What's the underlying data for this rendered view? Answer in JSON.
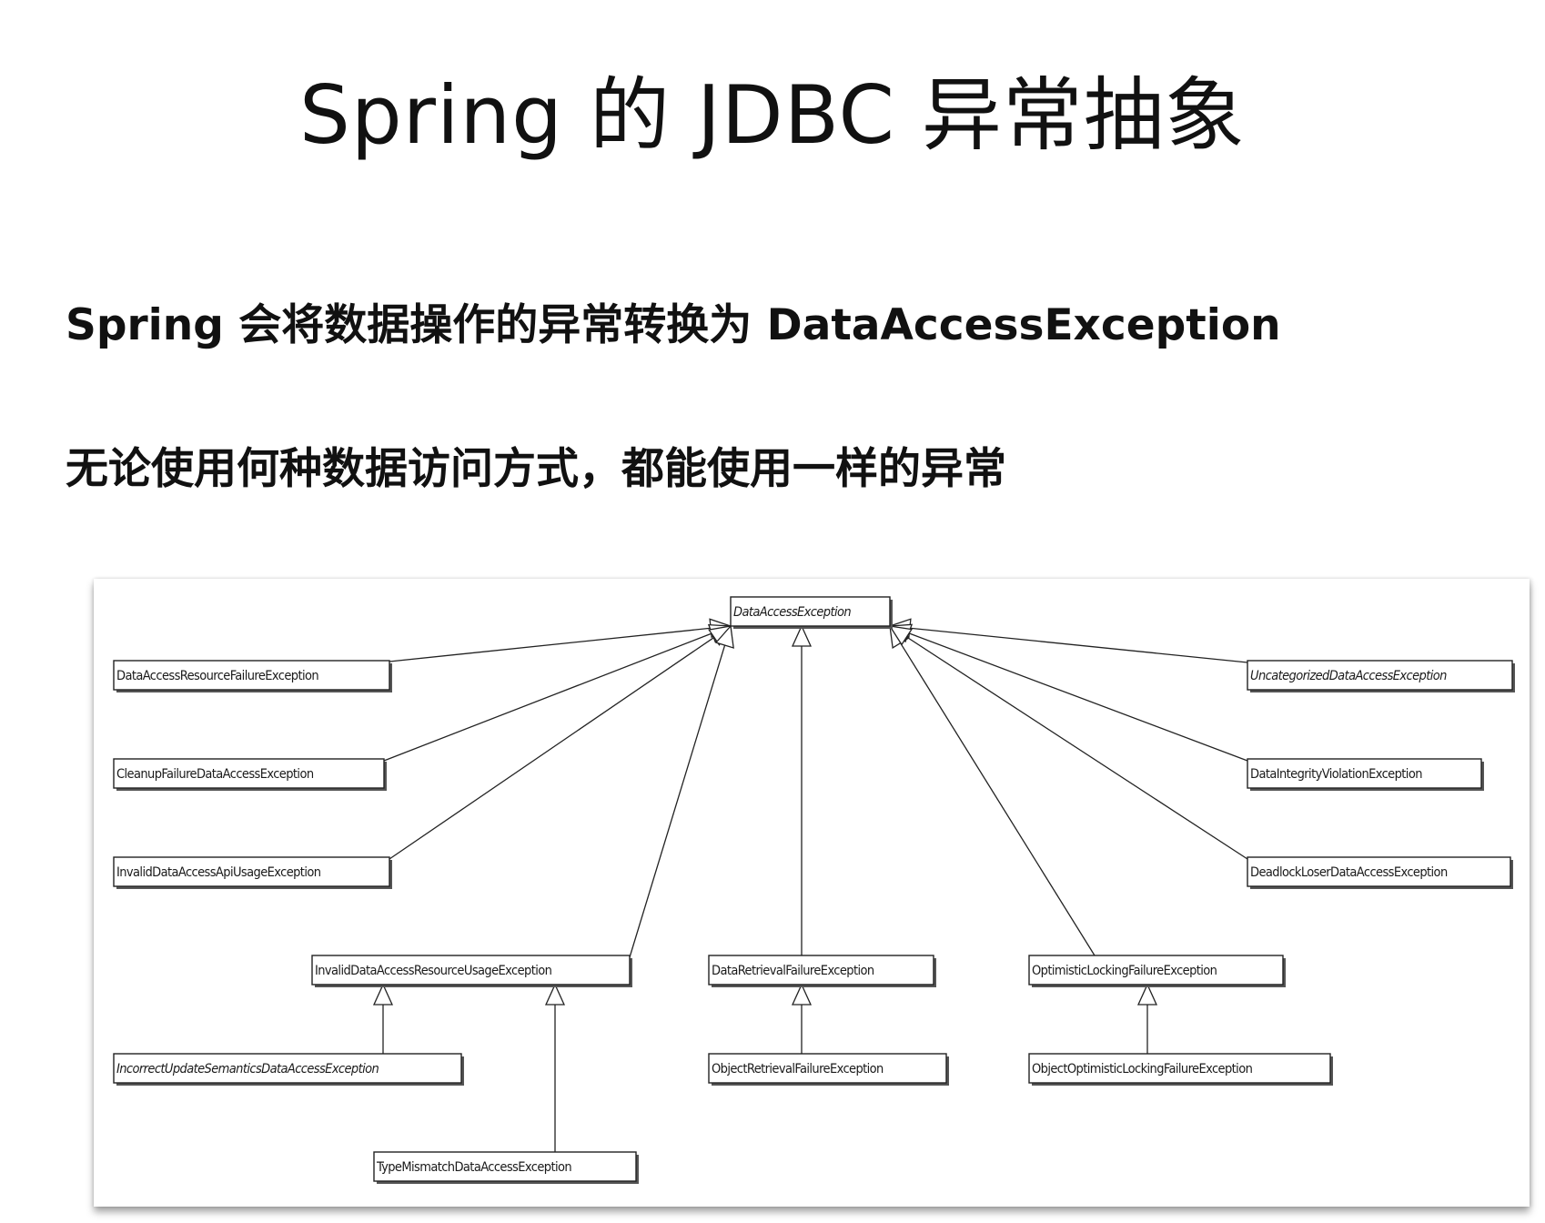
{
  "slide": {
    "title": "Spring 的 JDBC 异常抽象",
    "bullets": [
      "Spring 会将数据操作的异常转换为 DataAccessException",
      "无论使用何种数据访问方式，都能使用一样的异常"
    ]
  },
  "diagram": {
    "root": "DataAccessException",
    "classes": [
      {
        "id": "dae",
        "label": "DataAccessException",
        "abstract": true,
        "parent": null
      },
      {
        "id": "darfe",
        "label": "DataAccessResourceFailureException",
        "abstract": false,
        "parent": "dae"
      },
      {
        "id": "cfdae",
        "label": "CleanupFailureDataAccessException",
        "abstract": false,
        "parent": "dae"
      },
      {
        "id": "idaaue",
        "label": "InvalidDataAccessApiUsageException",
        "abstract": false,
        "parent": "dae"
      },
      {
        "id": "idarue",
        "label": "InvalidDataAccessResourceUsageException",
        "abstract": false,
        "parent": "dae"
      },
      {
        "id": "drfe",
        "label": "DataRetrievalFailureException",
        "abstract": false,
        "parent": "dae"
      },
      {
        "id": "olfe",
        "label": "OptimisticLockingFailureException",
        "abstract": false,
        "parent": "dae"
      },
      {
        "id": "udae",
        "label": "UncategorizedDataAccessException",
        "abstract": true,
        "parent": "dae"
      },
      {
        "id": "dive",
        "label": "DataIntegrityViolationException",
        "abstract": false,
        "parent": "dae"
      },
      {
        "id": "dldae",
        "label": "DeadlockLoserDataAccessException",
        "abstract": false,
        "parent": "dae"
      },
      {
        "id": "iusdae",
        "label": "IncorrectUpdateSemanticsDataAccessException",
        "abstract": true,
        "parent": "idarue"
      },
      {
        "id": "tmdae",
        "label": "TypeMismatchDataAccessException",
        "abstract": false,
        "parent": "idarue"
      },
      {
        "id": "orfe",
        "label": "ObjectRetrievalFailureException",
        "abstract": false,
        "parent": "drfe"
      },
      {
        "id": "oolfe",
        "label": "ObjectOptimisticLockingFailureException",
        "abstract": false,
        "parent": "olfe"
      }
    ]
  }
}
